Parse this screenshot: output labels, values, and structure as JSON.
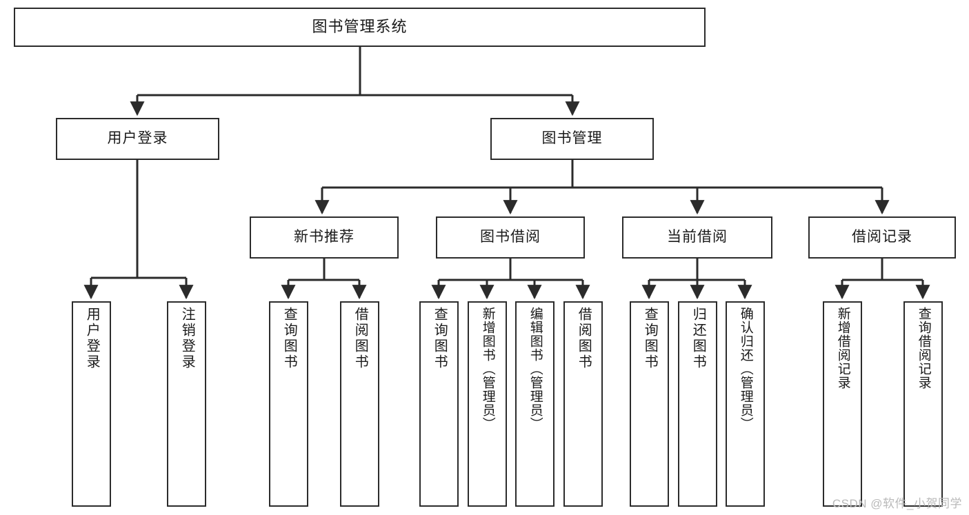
{
  "diagram": {
    "type": "tree",
    "title": "图书管理系统",
    "orientation": "top-down",
    "watermark": "CSDN @软件_小贺同学",
    "colors": {
      "background": "#ffffff",
      "border": "#2b2b2b",
      "text": "#1a1a1a",
      "connector": "#2b2b2b",
      "watermark": "#b9b9b9"
    },
    "root": {
      "id": "root",
      "label": "图书管理系统"
    },
    "level2": [
      {
        "id": "user-login",
        "label": "用户登录"
      },
      {
        "id": "book-manage",
        "label": "图书管理"
      }
    ],
    "level3": [
      {
        "id": "new-book-rec",
        "label": "新书推荐",
        "parent": "book-manage"
      },
      {
        "id": "book-borrow",
        "label": "图书借阅",
        "parent": "book-manage"
      },
      {
        "id": "current-borrow",
        "label": "当前借阅",
        "parent": "book-manage"
      },
      {
        "id": "borrow-record",
        "label": "借阅记录",
        "parent": "book-manage"
      }
    ],
    "leaves": [
      {
        "id": "leaf-user-login",
        "label": "用户登录",
        "parent": "user-login"
      },
      {
        "id": "leaf-user-logout",
        "label": "注销登录",
        "parent": "user-login"
      },
      {
        "id": "leaf-rec-query",
        "label": "查询图书",
        "parent": "new-book-rec"
      },
      {
        "id": "leaf-rec-borrow",
        "label": "借阅图书",
        "parent": "new-book-rec"
      },
      {
        "id": "leaf-borrow-query",
        "label": "查询图书",
        "parent": "book-borrow"
      },
      {
        "id": "leaf-borrow-add",
        "label": "新增图书（管理员）",
        "parent": "book-borrow"
      },
      {
        "id": "leaf-borrow-edit",
        "label": "编辑图书（管理员）",
        "parent": "book-borrow"
      },
      {
        "id": "leaf-borrow-lend",
        "label": "借阅图书",
        "parent": "book-borrow"
      },
      {
        "id": "leaf-current-query",
        "label": "查询图书",
        "parent": "current-borrow"
      },
      {
        "id": "leaf-current-return",
        "label": "归还图书",
        "parent": "current-borrow"
      },
      {
        "id": "leaf-current-confirm",
        "label": "确认归还（管理员）",
        "parent": "current-borrow"
      },
      {
        "id": "leaf-record-add",
        "label": "新增借阅记录",
        "parent": "borrow-record"
      },
      {
        "id": "leaf-record-query",
        "label": "查询借阅记录",
        "parent": "borrow-record"
      }
    ]
  }
}
